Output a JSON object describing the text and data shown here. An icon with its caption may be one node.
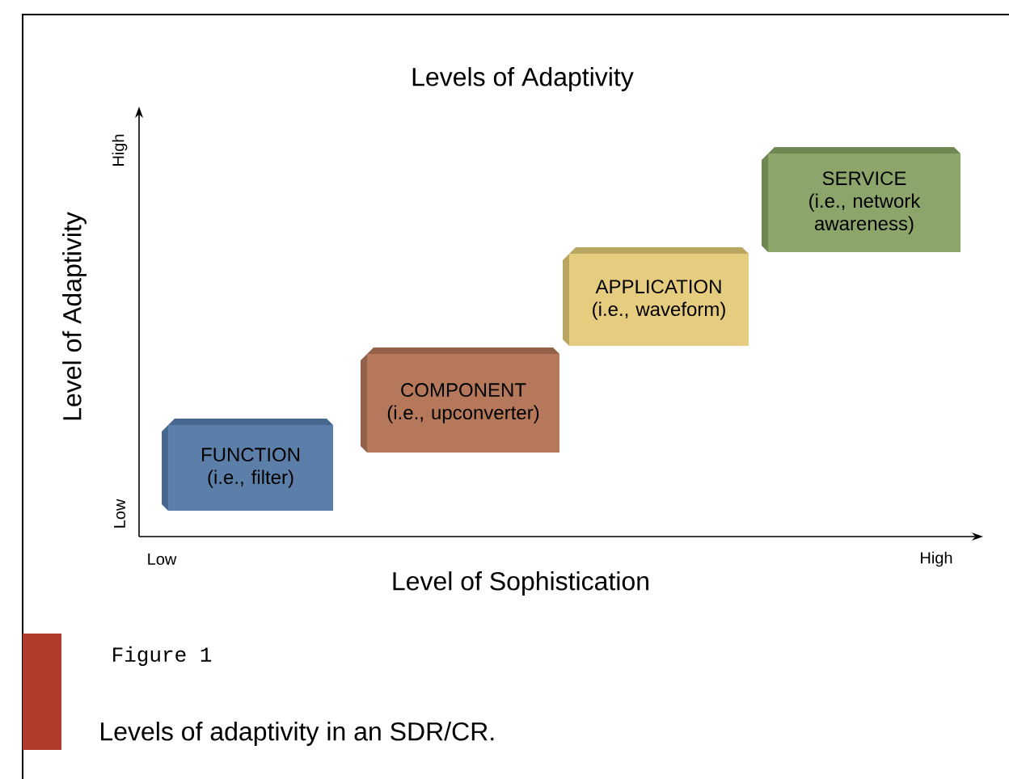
{
  "diagram": {
    "title": "Levels of Adaptivity",
    "caption": "Levels of adaptivity in an SDR/CR.",
    "nodes": [
      {
        "text": [
          "FUNCTION",
          "(i.e., filter)"
        ]
      },
      {
        "text": [
          "COMPONENT",
          "(i.e., upconverter)"
        ]
      },
      {
        "text": [
          "APPLICATION",
          "(i.e., waveform)"
        ]
      },
      {
        "text": [
          "SERVICE",
          "(i.e., network awareness)"
        ]
      }
    ],
    "edges": [],
    "labels": [
      "Level of Adaptivity",
      "High",
      "Low",
      "Low",
      "High",
      "Level of Sophistication",
      "Figure 1"
    ]
  }
}
